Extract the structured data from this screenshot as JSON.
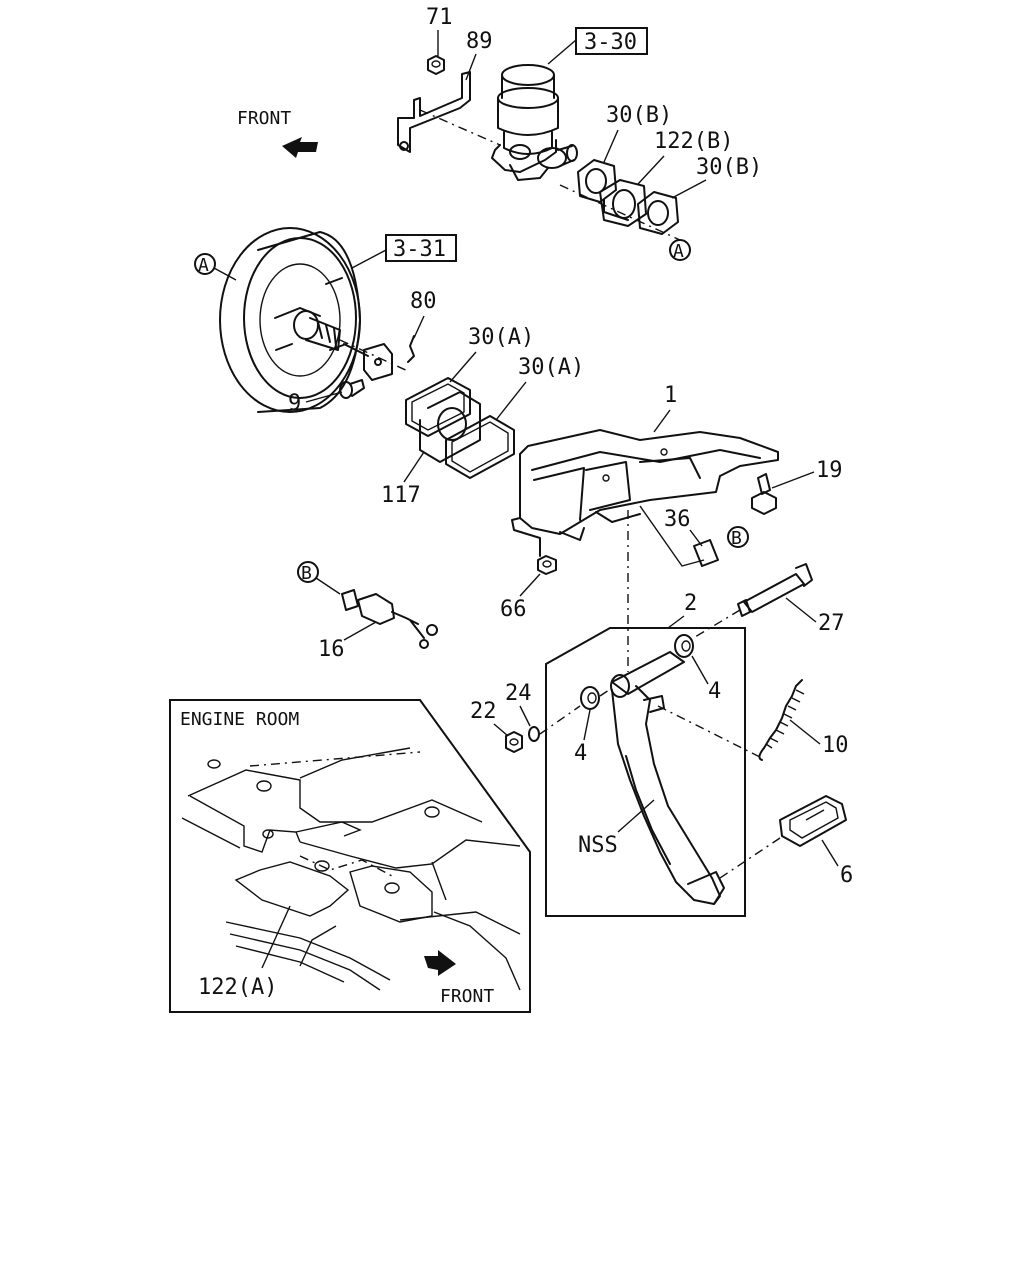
{
  "directions": {
    "front_top": "FRONT",
    "front_inset": "FRONT"
  },
  "reference_boxes": {
    "ref_3_30": "3-30",
    "ref_3_31": "3-31"
  },
  "circle_markers": {
    "a": "A",
    "b": "B"
  },
  "callouts": {
    "p71": "71",
    "p89": "89",
    "p30b_1": "30(B)",
    "p122b": "122(B)",
    "p30b_2": "30(B)",
    "p80": "80",
    "p30a_1": "30(A)",
    "p30a_2": "30(A)",
    "p9": "9",
    "p117": "117",
    "p1": "1",
    "p19": "19",
    "p36": "36",
    "p66": "66",
    "p16": "16",
    "p2": "2",
    "p27": "27",
    "p24": "24",
    "p22": "22",
    "p4a": "4",
    "p4b": "4",
    "p10": "10",
    "pnss": "NSS",
    "p6": "6"
  },
  "inset": {
    "title": "ENGINE ROOM",
    "part_label": "122(A)"
  }
}
